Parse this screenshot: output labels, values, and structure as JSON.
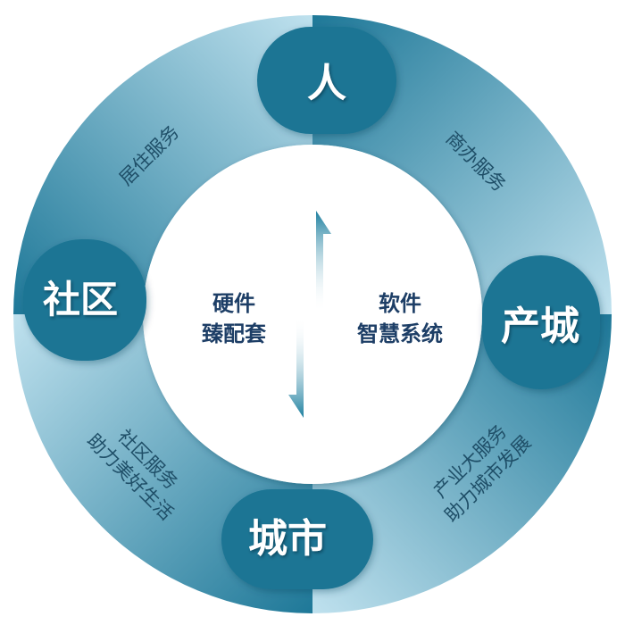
{
  "nodes": {
    "top": "人",
    "right": "产城",
    "bottom": "城市",
    "left": "社区"
  },
  "segments": {
    "top_left": [
      "居住服务"
    ],
    "top_right": [
      "商办服务"
    ],
    "bottom_right": [
      "产业大服务",
      "助力城市发展"
    ],
    "bottom_left": [
      "社区服务",
      "助力美好生活"
    ]
  },
  "center": {
    "left_lines": [
      "硬件",
      "臻配套"
    ],
    "right_lines": [
      "软件",
      "智慧系统"
    ]
  },
  "colors": {
    "ring_dark": "#1f7a9c",
    "ring_light": "#b4dceb",
    "node_fill": "#1a7494",
    "center_text": "#1d3e66",
    "segment_text": "#1f4f68"
  }
}
